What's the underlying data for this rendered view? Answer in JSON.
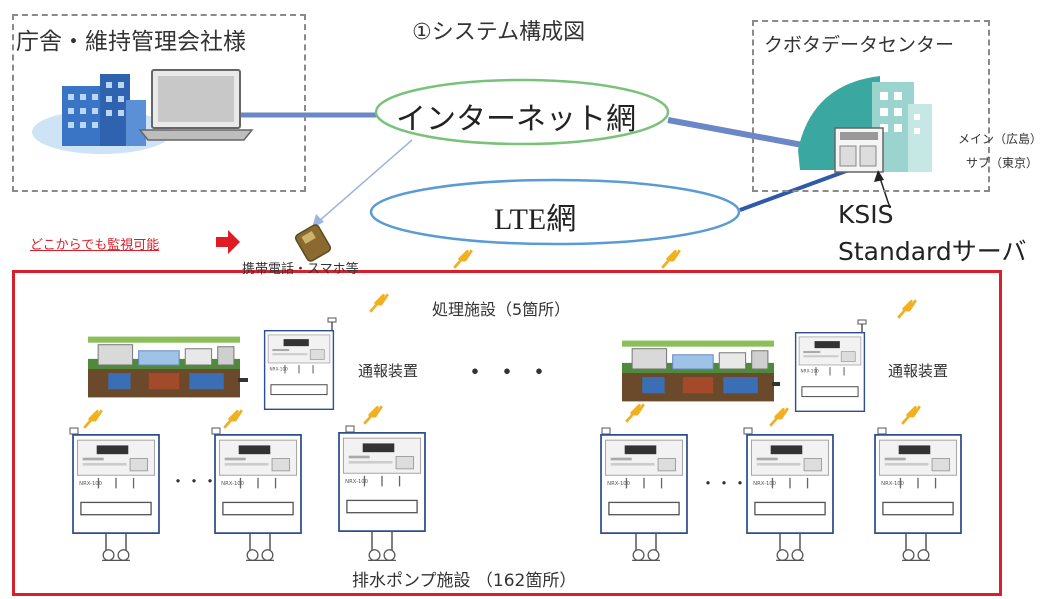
{
  "title": "①システム構成図",
  "office": {
    "label": "庁舎・維持管理会社様"
  },
  "datacenter": {
    "label": "クボタデータセンター",
    "main": "メイン（広島）",
    "sub": "サブ（東京）"
  },
  "networks": {
    "internet": "インターネット網",
    "lte": "LTE網"
  },
  "server": {
    "line1": "KSIS",
    "line2": "Standardサーバ"
  },
  "monitor": {
    "label": "どこからでも監視可能",
    "phone_label": "携帯電話・スマホ等"
  },
  "treatment": {
    "label": "処理施設（5箇所）",
    "notifier_label": "通報装置",
    "dots": "・・・"
  },
  "pumps": {
    "label": "排水ポンプ施設 （162箇所）",
    "dots": "・・・"
  },
  "colors": {
    "red": "#d8202a",
    "blue_line": "#6a87c8",
    "ellipse": "#5b9bd5",
    "internet_ellipse": "#7ac27a",
    "bolt": "#f0b020"
  }
}
